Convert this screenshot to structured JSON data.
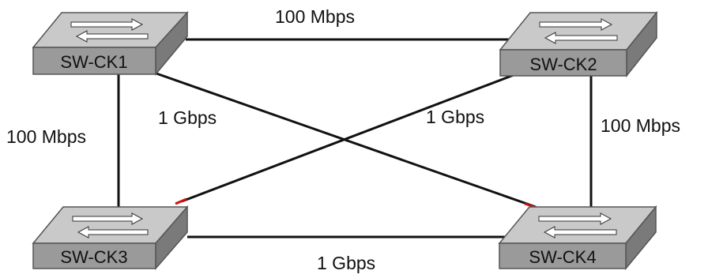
{
  "diagram": {
    "switches": [
      {
        "id": "sw1",
        "name": "SW-CK1"
      },
      {
        "id": "sw2",
        "name": "SW-CK2"
      },
      {
        "id": "sw3",
        "name": "SW-CK3"
      },
      {
        "id": "sw4",
        "name": "SW-CK4"
      }
    ],
    "links": [
      {
        "from": "sw1",
        "to": "sw2",
        "label": "100 Mbps"
      },
      {
        "from": "sw1",
        "to": "sw3",
        "label": "100 Mbps"
      },
      {
        "from": "sw2",
        "to": "sw4",
        "label": "100 Mbps"
      },
      {
        "from": "sw1",
        "to": "sw4",
        "label": "1 Gbps"
      },
      {
        "from": "sw2",
        "to": "sw3",
        "label": "1 Gbps"
      },
      {
        "from": "sw3",
        "to": "sw4",
        "label": "1 Gbps"
      }
    ],
    "colors": {
      "link": "#111111",
      "switch_top": "#c9c9c9",
      "switch_front": "#9a9a9a",
      "switch_side": "#7a7a7a",
      "port_marker": "#cc1111"
    }
  }
}
